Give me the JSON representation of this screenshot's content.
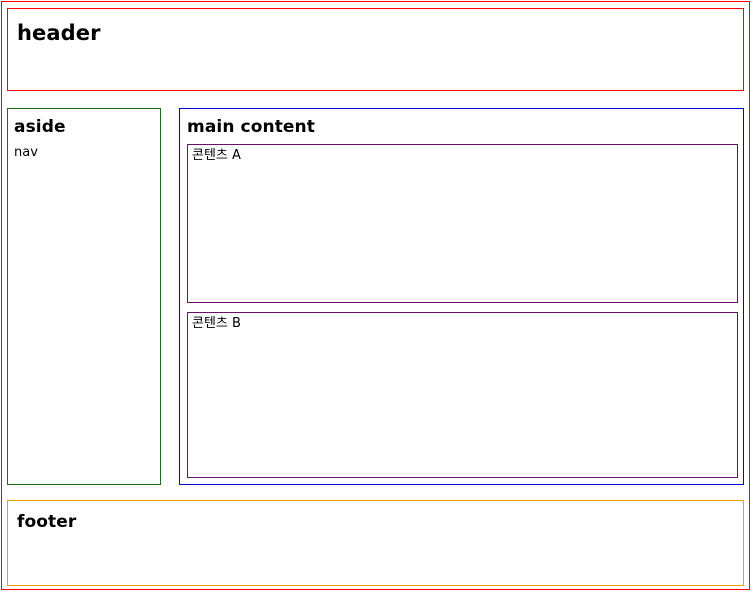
{
  "layout": {
    "colors": {
      "container_border": "#ff0000",
      "header_border": "#ff0000",
      "aside_border": "#1a6b1a",
      "main_border": "#0000dd",
      "section_border": "#6b0f6b",
      "footer_border": "#f0a000",
      "text": "#000000",
      "background": "#ffffff"
    }
  },
  "header": {
    "title": "header"
  },
  "aside": {
    "title": "aside",
    "nav_label": "nav"
  },
  "main": {
    "title": "main content",
    "sections": [
      {
        "label": "콘텐츠 A"
      },
      {
        "label": "콘텐츠 B"
      }
    ]
  },
  "footer": {
    "title": "footer"
  }
}
